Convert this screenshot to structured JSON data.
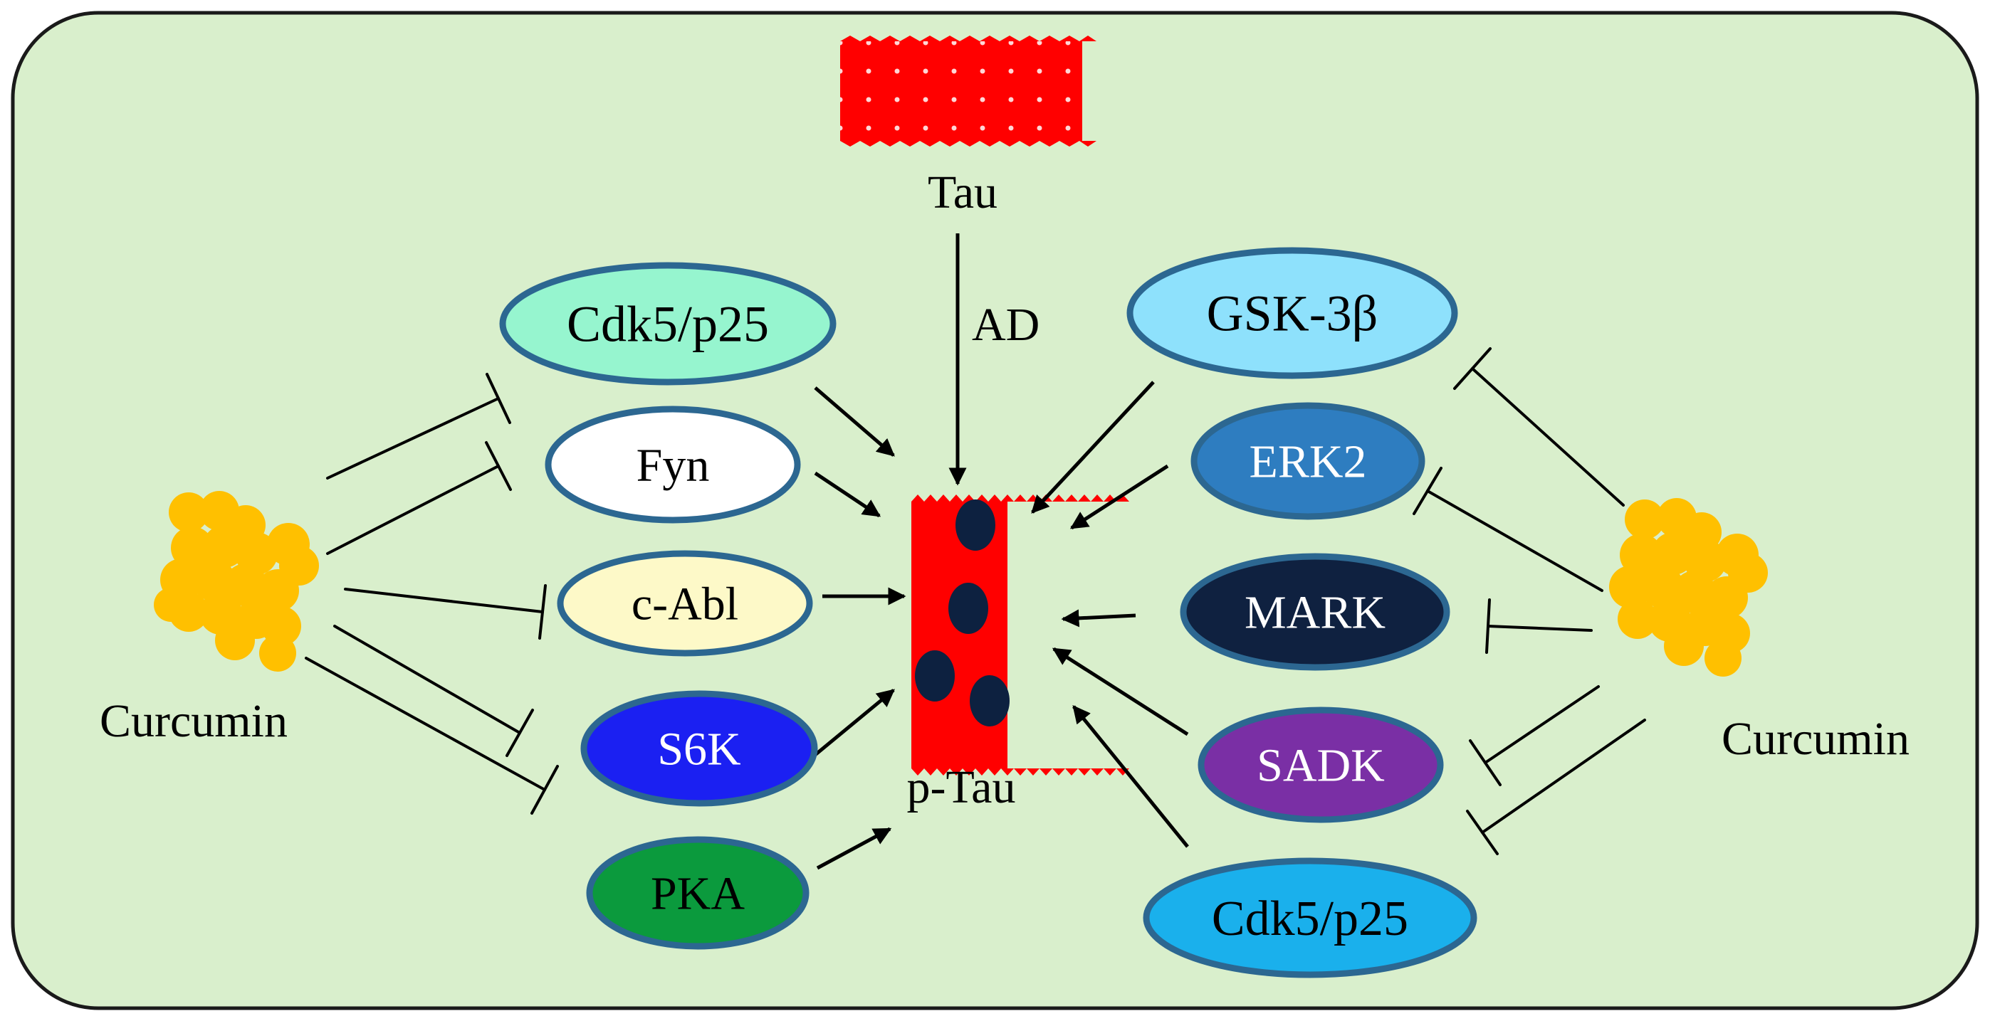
{
  "colors": {
    "background": "#d9efcc",
    "frame_stroke": "#1a1a1a",
    "ellipse_stroke": "#2c6791",
    "tau_red": "#ff0000",
    "phospho_site": "#0d2140",
    "curcumin": "#ffc000",
    "arrow": "#000000"
  },
  "tau": {
    "label": "Tau",
    "condition": "AD"
  },
  "ptau": {
    "label": "p-Tau"
  },
  "curcumin": {
    "left_label": "Curcumin",
    "right_label": "Curcumin"
  },
  "kinases_left": [
    {
      "label": "Cdk5/p25",
      "fill": "#96f5cf",
      "text_color": "#000000"
    },
    {
      "label": "Fyn",
      "fill": "#ffffff",
      "text_color": "#000000"
    },
    {
      "label": "c-Abl",
      "fill": "#fdf9c8",
      "text_color": "#000000"
    },
    {
      "label": "S6K",
      "fill": "#1b20f2",
      "text_color": "#ffffff"
    },
    {
      "label": "PKA",
      "fill": "#0b9a3d",
      "text_color": "#000000"
    }
  ],
  "kinases_right": [
    {
      "label": "GSK-3β",
      "fill": "#8ee1fc",
      "text_color": "#000000"
    },
    {
      "label": "ERK2",
      "fill": "#2e7dc0",
      "text_color": "#ffffff"
    },
    {
      "label": "MARK",
      "fill": "#0f2140",
      "text_color": "#ffffff"
    },
    {
      "label": "SADK",
      "fill": "#7a2fa5",
      "text_color": "#ffffff"
    },
    {
      "label": "Cdk5/p25",
      "fill": "#1ab0ec",
      "text_color": "#000000"
    }
  ]
}
